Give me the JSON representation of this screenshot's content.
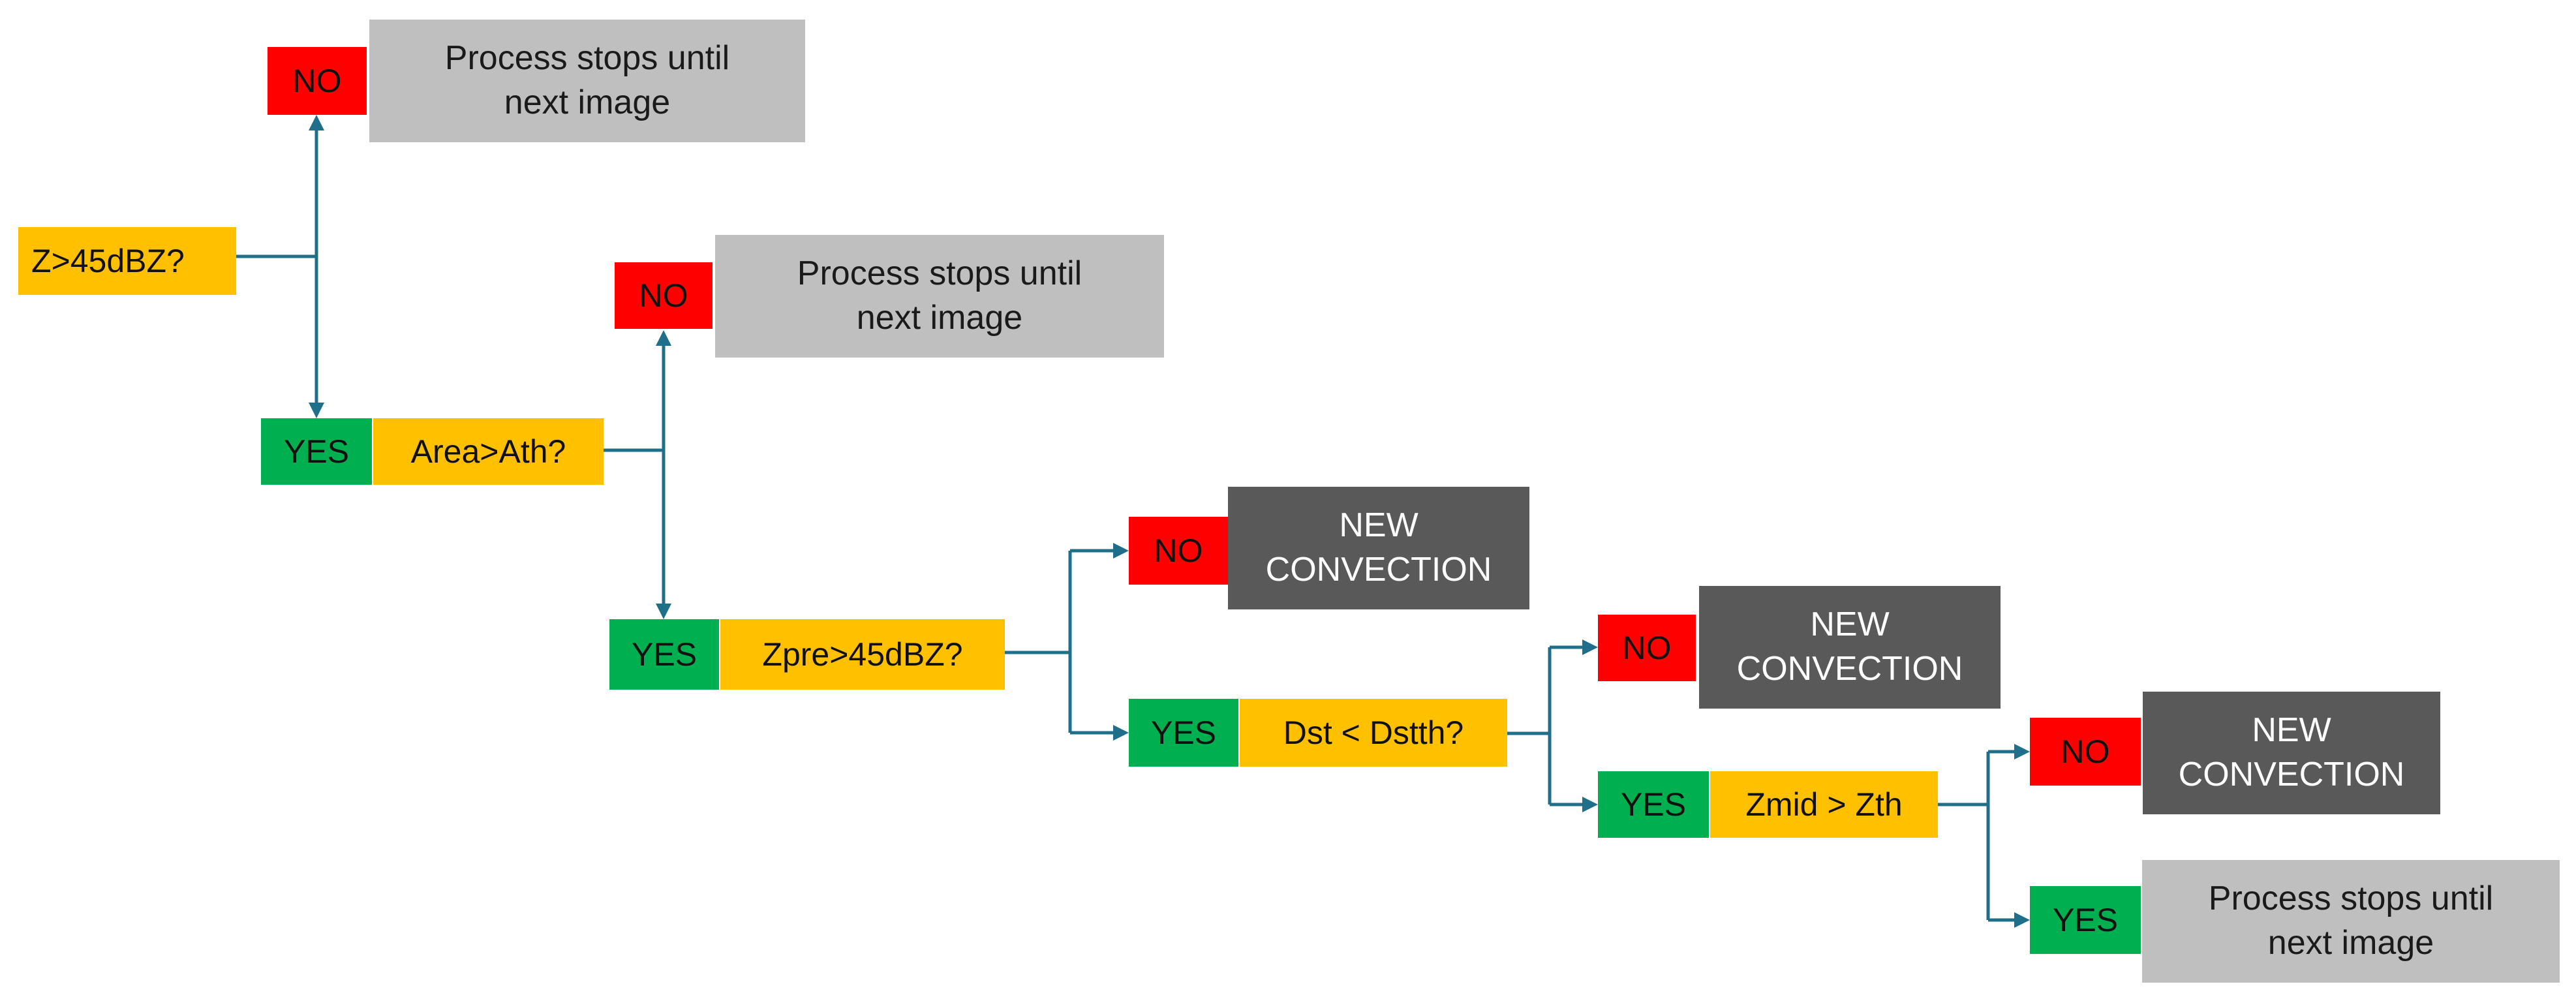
{
  "decisions": {
    "z_threshold": "Z>45dBZ?",
    "area": "Area>Ath?",
    "zpre": "Zpre>45dBZ?",
    "dst": "Dst < Dstth?",
    "zmid": "Zmid > Zth"
  },
  "answers": {
    "yes": "YES",
    "no": "NO"
  },
  "outcomes": {
    "stop_line1": "Process stops until",
    "stop_line2": "next image",
    "new_line1": "NEW",
    "new_line2": "CONVECTION"
  },
  "colors": {
    "condition": "#ffc000",
    "yes": "#00b050",
    "no": "#ff0000",
    "stop": "#bfbfbf",
    "new_convection": "#595959",
    "connector": "#1f6f8b"
  }
}
